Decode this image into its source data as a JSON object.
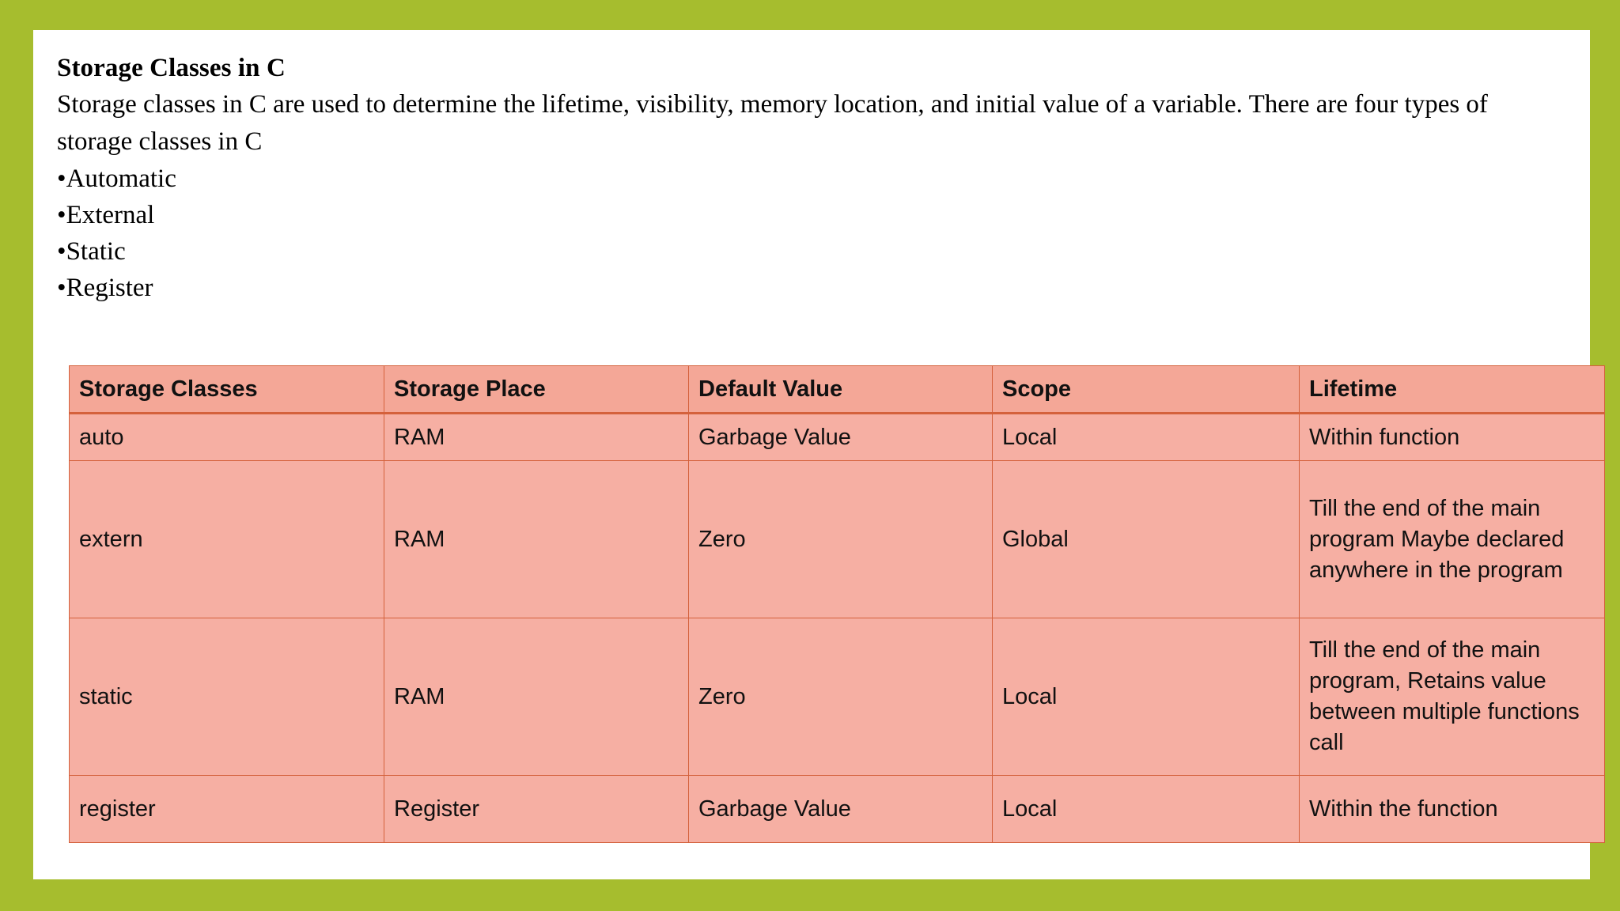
{
  "slide": {
    "title": "Storage Classes in C",
    "paragraph": "Storage classes in C are used to determine the lifetime, visibility, memory location, and initial value of a variable. There are four types of storage classes in C",
    "bullet_marker": "•",
    "bullets": [
      "Automatic",
      "External",
      "Static",
      "Register"
    ]
  },
  "colors": {
    "slide_border_green": "#a6bd2e",
    "slide_background": "#ffffff",
    "table_cell_fill": "#f6afa3",
    "table_header_fill": "#f4a797",
    "table_border": "#d4613c",
    "text": "#111111"
  },
  "table": {
    "headers": [
      "Storage Classes",
      "Storage Place",
      "Default Value",
      "Scope",
      "Lifetime"
    ],
    "rows": [
      {
        "storage_class": "auto",
        "storage_place": "RAM",
        "default_value": "Garbage Value",
        "scope": "Local",
        "lifetime": "Within function"
      },
      {
        "storage_class": "extern",
        "storage_place": "RAM",
        "default_value": "Zero",
        "scope": "Global",
        "lifetime": "Till the end of the main program Maybe declared anywhere in the program"
      },
      {
        "storage_class": "static",
        "storage_place": "RAM",
        "default_value": "Zero",
        "scope": "Local",
        "lifetime": "Till the end of the main program, Retains value between multiple functions call"
      },
      {
        "storage_class": "register",
        "storage_place": "Register",
        "default_value": "Garbage Value",
        "scope": "Local",
        "lifetime": "Within the function"
      }
    ]
  }
}
